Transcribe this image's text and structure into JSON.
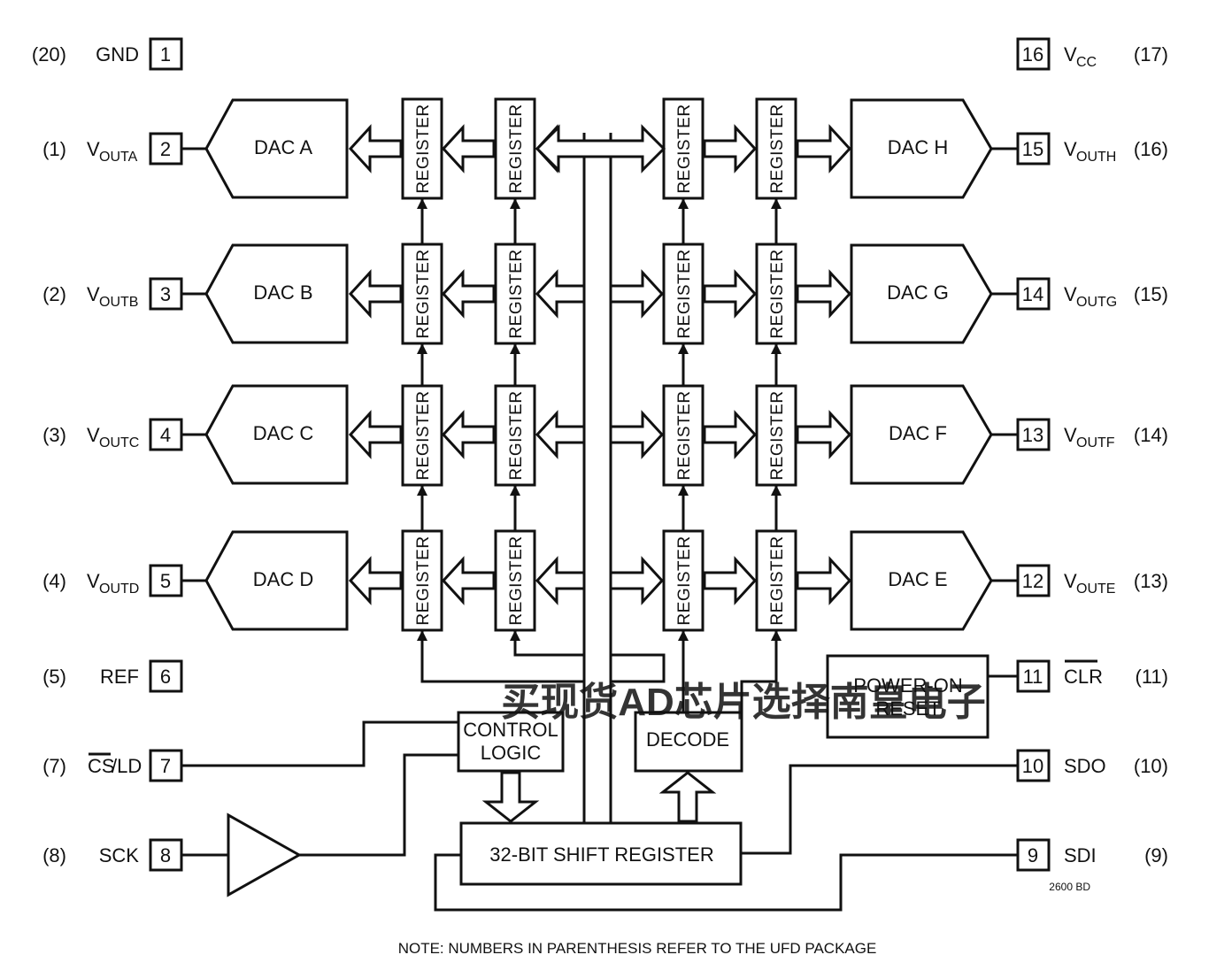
{
  "pins_left": [
    {
      "num": "1",
      "name": "GND",
      "sub": "",
      "ufd": "(20)"
    },
    {
      "num": "2",
      "name": "V",
      "sub": "OUTA",
      "ufd": "(1)"
    },
    {
      "num": "3",
      "name": "V",
      "sub": "OUTB",
      "ufd": "(2)"
    },
    {
      "num": "4",
      "name": "V",
      "sub": "OUTC",
      "ufd": "(3)"
    },
    {
      "num": "5",
      "name": "V",
      "sub": "OUTD",
      "ufd": "(4)"
    },
    {
      "num": "6",
      "name": "REF",
      "sub": "",
      "ufd": "(5)"
    },
    {
      "num": "7",
      "name": "CS",
      "sub": "",
      "suffix": "/LD",
      "ufd": "(7)"
    },
    {
      "num": "8",
      "name": "SCK",
      "sub": "",
      "ufd": "(8)"
    }
  ],
  "pins_right": [
    {
      "num": "16",
      "name": "V",
      "sub": "CC",
      "ufd": "(17)"
    },
    {
      "num": "15",
      "name": "V",
      "sub": "OUTH",
      "ufd": "(16)"
    },
    {
      "num": "14",
      "name": "V",
      "sub": "OUTG",
      "ufd": "(15)"
    },
    {
      "num": "13",
      "name": "V",
      "sub": "OUTF",
      "ufd": "(14)"
    },
    {
      "num": "12",
      "name": "V",
      "sub": "OUTE",
      "ufd": "(13)"
    },
    {
      "num": "11",
      "name": "CLR",
      "sub": "",
      "ufd": "(11)"
    },
    {
      "num": "10",
      "name": "SDO",
      "sub": "",
      "ufd": "(10)"
    },
    {
      "num": "9",
      "name": "SDI",
      "sub": "",
      "ufd": "(9)"
    }
  ],
  "dacs_left": [
    "DAC A",
    "DAC B",
    "DAC C",
    "DAC D"
  ],
  "dacs_right": [
    "DAC H",
    "DAC G",
    "DAC F",
    "DAC E"
  ],
  "register_label": "REGISTER",
  "blocks": {
    "control_line1": "CONTROL",
    "control_line2": "LOGIC",
    "decode": "DECODE",
    "power_on_line1": "POWER-ON",
    "power_on_line2": "RESET",
    "shift_register": "32-BIT SHIFT REGISTER"
  },
  "figure_code": "2600 BD",
  "note": "NOTE: NUMBERS IN PARENTHESIS REFER TO THE UFD PACKAGE",
  "watermark": "买现货AD芯片选择南皇电子",
  "colors": {
    "line": "#111111",
    "watermark": "#f0343a"
  }
}
